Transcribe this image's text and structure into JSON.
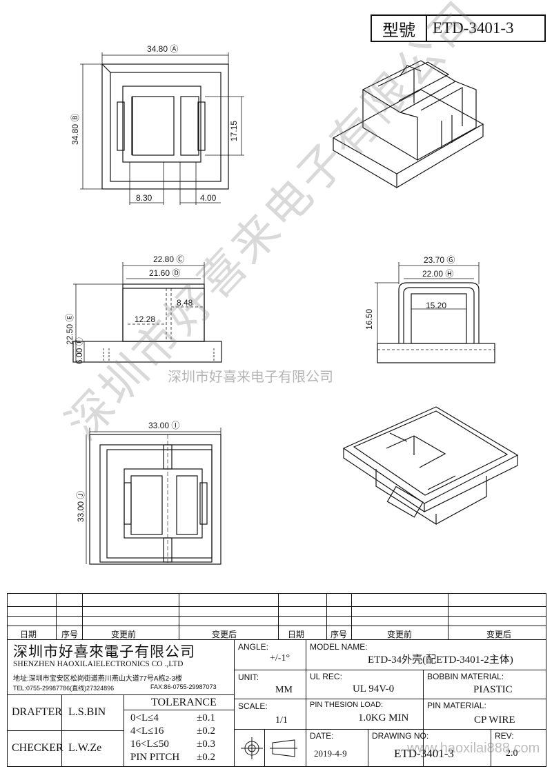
{
  "header": {
    "model_label": "型號",
    "model_value": "ETD-3401-3"
  },
  "dimensions": {
    "top_view": {
      "width": "34.80",
      "width_tag": "A",
      "height": "34.80",
      "height_tag": "B",
      "inner_h": "17.15",
      "d1": "8.30",
      "d2": "4.00"
    },
    "front_view": {
      "w1": "22.80",
      "w1_tag": "C",
      "w2": "21.60",
      "w2_tag": "D",
      "h1": "22.50",
      "h1_tag": "E",
      "h2": "6.00",
      "h2_tag": "F",
      "d1": "8.48",
      "d2": "12.28"
    },
    "side_view": {
      "w1": "23.70",
      "w1_tag": "G",
      "w2": "22.00",
      "w2_tag": "H",
      "w3": "15.20",
      "h": "16.50"
    },
    "bottom_view": {
      "w": "33.00",
      "w_tag": "I",
      "h": "33.00",
      "h_tag": "J"
    }
  },
  "watermark": {
    "main": "深圳市好喜来电子有限公司",
    "center": "深圳市好喜来电子有限公司",
    "site": "www.haoxilai888.com"
  },
  "title_block": {
    "rev_headers": [
      "日期",
      "序号",
      "变更前",
      "变更后",
      "日期",
      "序号",
      "变更前",
      "变更后"
    ],
    "company_cn": "深圳市好喜來電子有限公司",
    "company_en": "SHENZHEN HAOXILAIELECTRONICS CO .,LTD",
    "address": "地址:深圳市宝安区松岗街道燕川燕山大道77号A栋2-3楼",
    "tel": "TEL:0755-29987786(直线)27324896",
    "fax": "FAX:86-0755-29987073",
    "drafter_label": "DRAFTER",
    "drafter": "L.S.BIN",
    "checker_label": "CHECKER",
    "checker": "L.W.Ze",
    "tolerance_label": "TOLERANCE",
    "tolerance": [
      {
        "range": "0<L≤4",
        "tol": "±0.1"
      },
      {
        "range": "4<L≤16",
        "tol": "±0.2"
      },
      {
        "range": "16<L≤50",
        "tol": "±0.3"
      },
      {
        "range": "PIN PITCH",
        "tol": "±0.2"
      }
    ],
    "angle_label": "ANGLE:",
    "angle": "+/-1°",
    "unit_label": "UNIT:",
    "unit": "MM",
    "scale_label": "SCALE:",
    "scale": "1/1",
    "model_name_label": "MODEL NAME:",
    "model_name": "ETD-34外壳(配ETD-3401-2主体)",
    "ul_label": "UL REC:",
    "ul": "UL 94V-0",
    "bobbin_label": "BOBBIN MATERIAL:",
    "bobbin": "PIASTIC",
    "pin_load_label": "PIN THESION LOAD:",
    "pin_load": "1.0KG MIN",
    "pin_mat_label": "PIN MATERIAL:",
    "pin_mat": "CP WIRE",
    "date_label": "DATE:",
    "date": "2019-4-9",
    "drawing_label": "DRAWING NO:",
    "drawing": "ETD-3401-3",
    "rev_label": "REV:",
    "rev": "2.0"
  }
}
